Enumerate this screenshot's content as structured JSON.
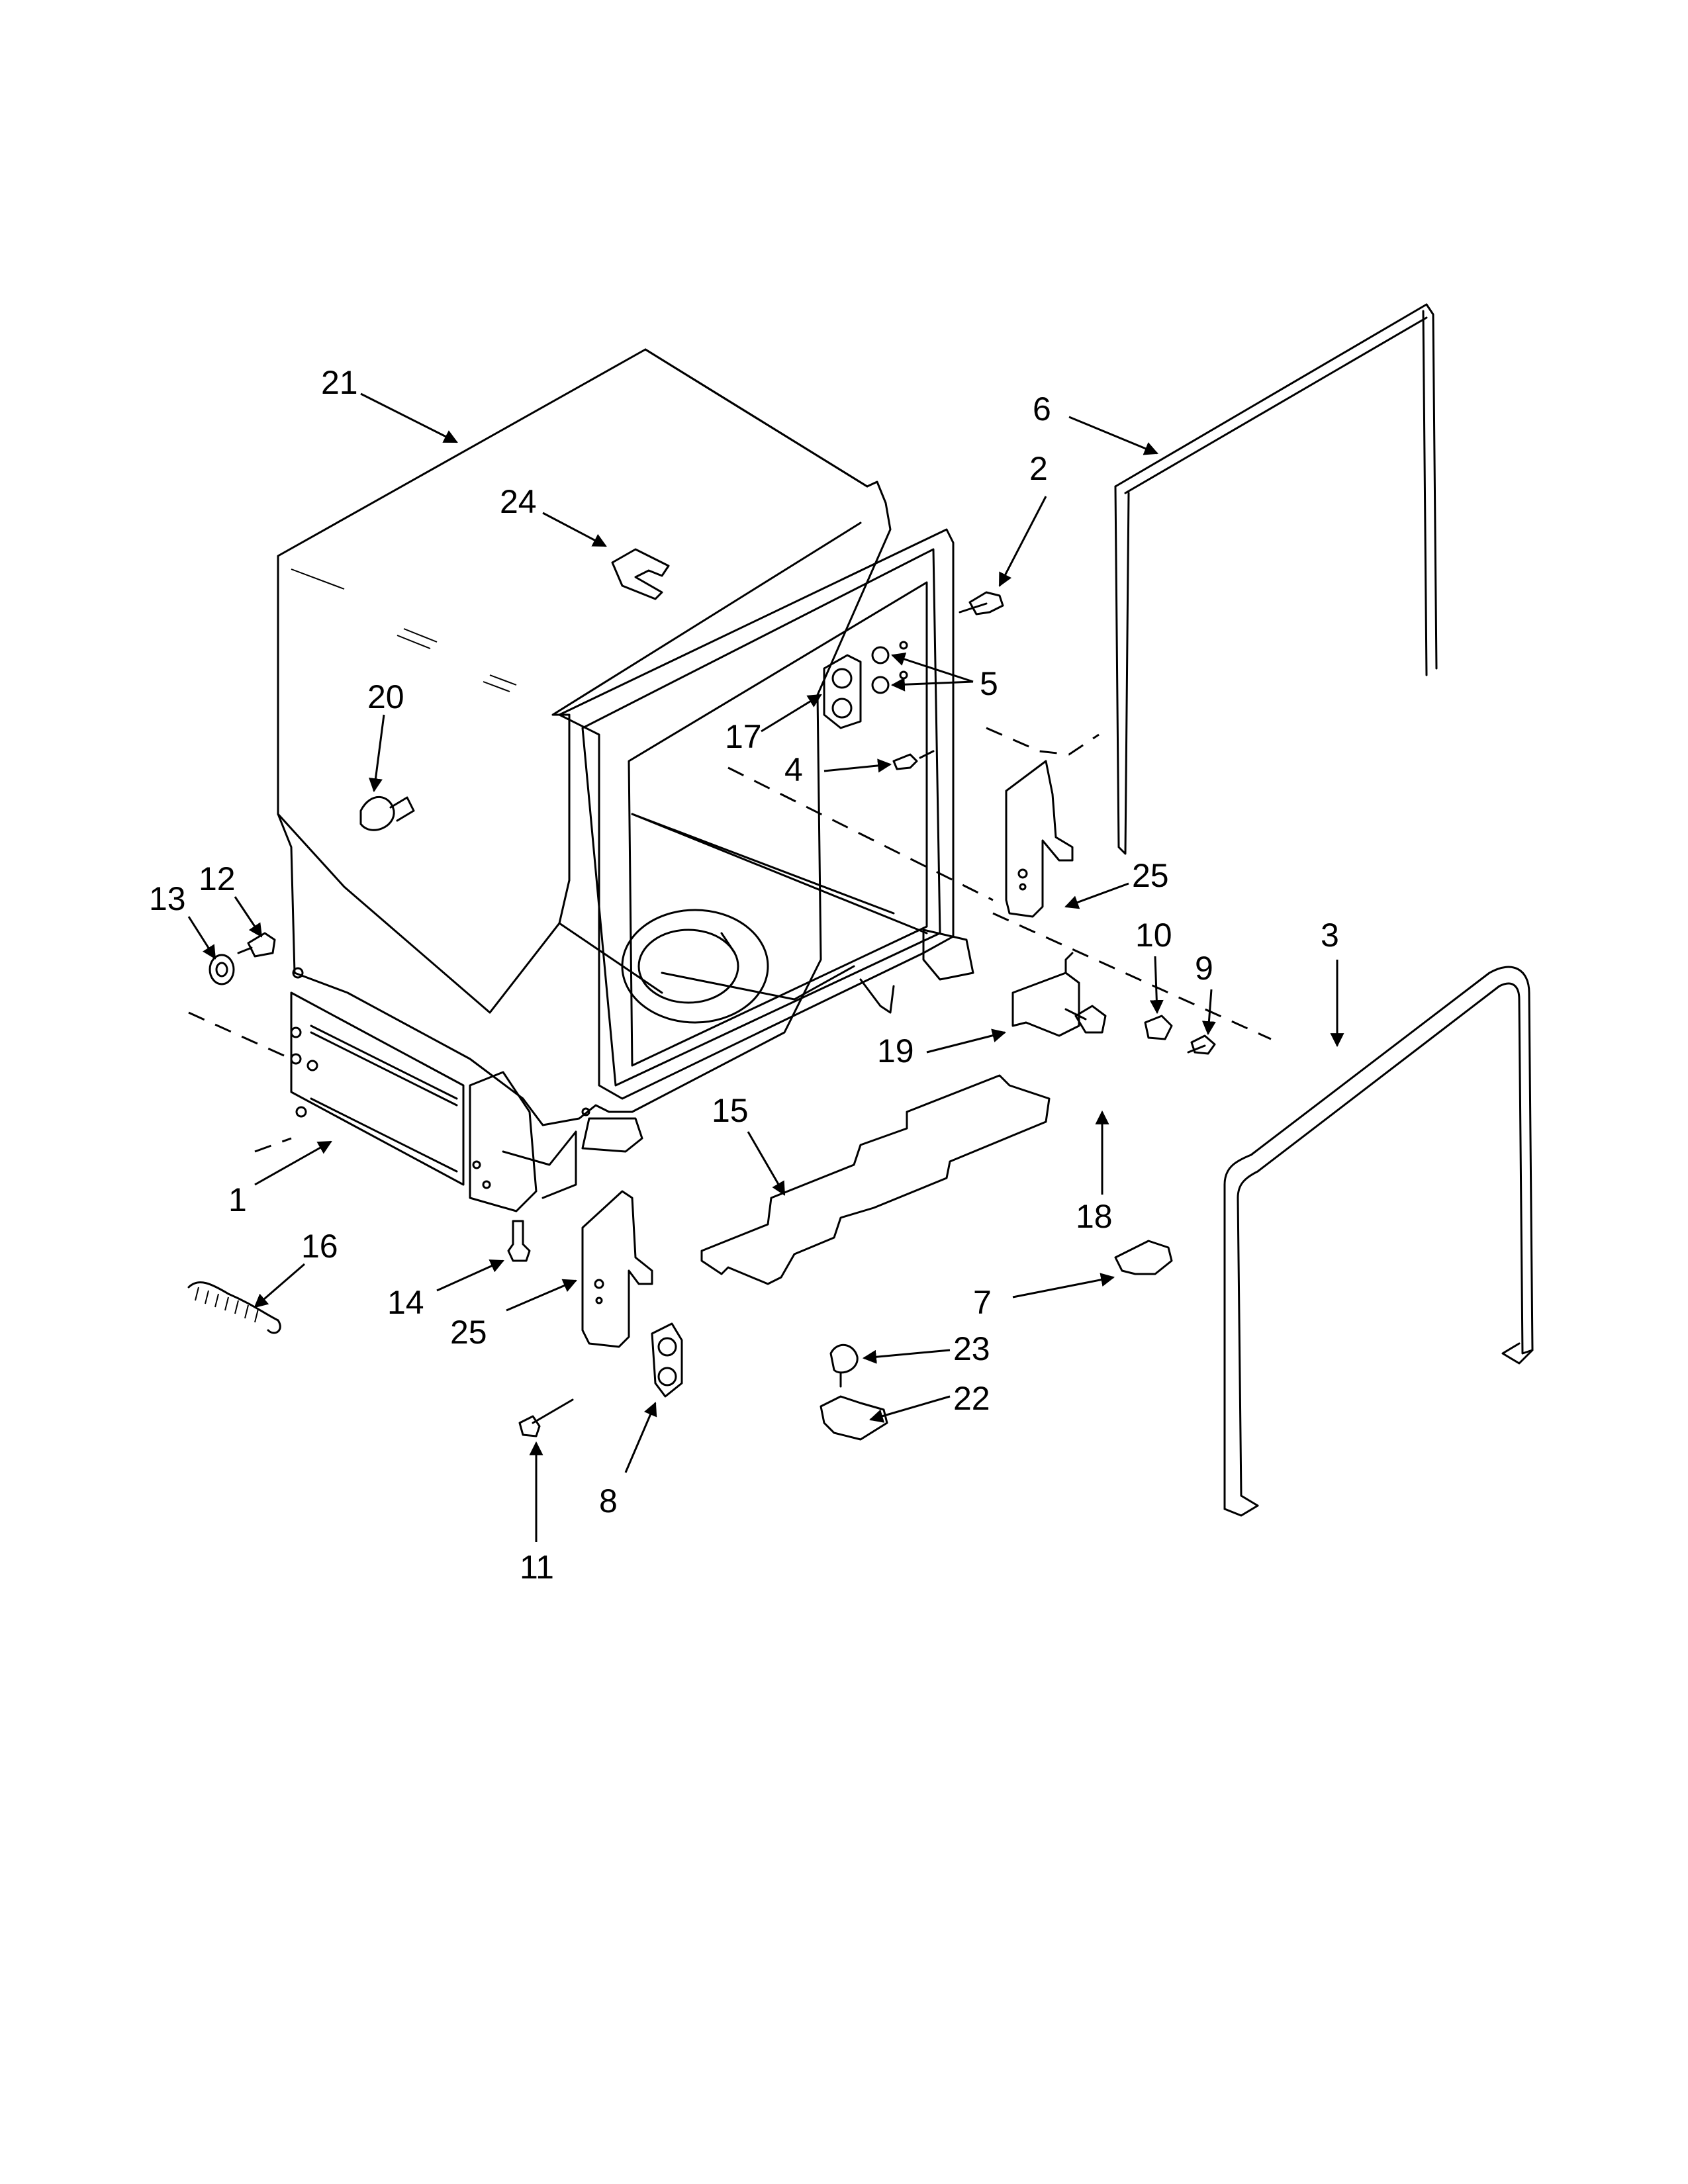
{
  "diagram": {
    "callouts": [
      {
        "id": "21",
        "label": "21"
      },
      {
        "id": "24",
        "label": "24"
      },
      {
        "id": "20",
        "label": "20"
      },
      {
        "id": "6",
        "label": "6"
      },
      {
        "id": "2",
        "label": "2"
      },
      {
        "id": "5",
        "label": "5"
      },
      {
        "id": "17",
        "label": "17"
      },
      {
        "id": "4",
        "label": "4"
      },
      {
        "id": "25a",
        "label": "25"
      },
      {
        "id": "10",
        "label": "10"
      },
      {
        "id": "9",
        "label": "9"
      },
      {
        "id": "3",
        "label": "3"
      },
      {
        "id": "12",
        "label": "12"
      },
      {
        "id": "13",
        "label": "13"
      },
      {
        "id": "1",
        "label": "1"
      },
      {
        "id": "16",
        "label": "16"
      },
      {
        "id": "15",
        "label": "15"
      },
      {
        "id": "19",
        "label": "19"
      },
      {
        "id": "18",
        "label": "18"
      },
      {
        "id": "14",
        "label": "14"
      },
      {
        "id": "25b",
        "label": "25"
      },
      {
        "id": "7",
        "label": "7"
      },
      {
        "id": "23",
        "label": "23"
      },
      {
        "id": "22",
        "label": "22"
      },
      {
        "id": "8",
        "label": "8"
      },
      {
        "id": "11",
        "label": "11"
      }
    ]
  }
}
